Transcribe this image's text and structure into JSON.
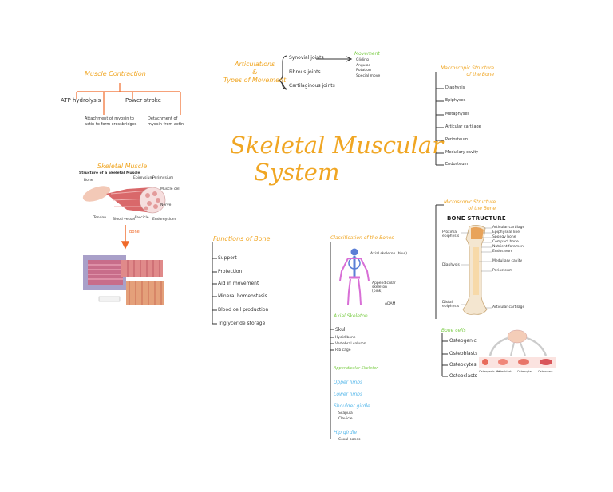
{
  "title_line1": "Skeletal Muscular",
  "title_line2": "System",
  "muscle_contraction": {
    "title": "Muscle Contraction",
    "branch1": "ATP hydrolysis",
    "branch2": "Power stroke",
    "branch3": "Attachment of myosin to actin to form crossbridges",
    "branch4": "Detachment of myosin from actin"
  },
  "articulations": {
    "title_line1": "Articulations",
    "title_line2": "&",
    "title_line3": "Types of Movement",
    "items": [
      "Synovial joints",
      "Fibrous joints",
      "Cartilaginous joints"
    ],
    "movement_title": "Movement",
    "movement_items": [
      "Gliding",
      "Angular",
      "Rotation",
      "Special move"
    ]
  },
  "macroscopic": {
    "title_line1": "Macroscopic Structure",
    "title_line2": "of the Bone",
    "items": [
      "Diaphysis",
      "Epiphyses",
      "Metaphyses",
      "Articular cartilage",
      "Periosteum",
      "Medullary cavity",
      "Endosteum"
    ]
  },
  "skeletal_muscle": {
    "title": "Skeletal Muscle",
    "diagram_caption": "Structure of a Skeletal Muscle",
    "labels": [
      "Bone",
      "Tendon",
      "Epimysium",
      "Perimysium",
      "Endomysium",
      "Muscle cell",
      "Fascicle",
      "Blood vessel",
      "Nerve"
    ],
    "arrow_label": "Bone"
  },
  "microscopic": {
    "title_line1": "Microscopic Structure",
    "title_line2": "of the Bone",
    "diagram_title": "BONE STRUCTURE",
    "left_labels": [
      "Proximal epiphysis",
      "Diaphysis",
      "Distal epiphysis"
    ],
    "right_labels": [
      "Articular cartilage",
      "Epiphyseal line",
      "Spongy bone",
      "Compact bone",
      "Nutrient foramen",
      "Endosteum",
      "Medullary cavity",
      "Periosteum",
      "Articular cartilage"
    ]
  },
  "bone_cells": {
    "title": "Bone cells",
    "items": [
      "Osteogenic",
      "Osteoblasts",
      "Osteocytes",
      "Osteoclasts"
    ],
    "diagram_labels": [
      "Osteogenic cell",
      "Osteoblast",
      "Osteocyte",
      "Osteoclast"
    ]
  },
  "functions": {
    "title": "Functions of Bone",
    "items": [
      "Support",
      "Protection",
      "Aid in movement",
      "Mineral homeostasis",
      "Blood cell production",
      "Triglyceride storage"
    ]
  },
  "classification": {
    "title": "Classification of the Bones",
    "skeleton_labels": [
      "Axial skeleton (blue)",
      "Appendicular skeleton (pink)"
    ],
    "skeleton_credit": "ADAM",
    "axial_title": "Axial Skeleton",
    "axial_items": [
      "Skull",
      "Hyoid bone",
      "Vertebral column",
      "Rib cage"
    ],
    "appendicular_title": "Appendicular Skeleton",
    "upper_limbs": "Upper limbs",
    "lower_limbs": "Lower limbs",
    "shoulder_title": "Shoulder girdle",
    "shoulder_items": [
      "Scapula",
      "Clavicle"
    ],
    "hip_title": "Hip girdle",
    "hip_items": [
      "Coxal bones"
    ]
  },
  "colors": {
    "orange": "#f0a623",
    "green": "#7ccd48",
    "blue": "#58b8ea",
    "red_arrow": "#f06a2a"
  }
}
